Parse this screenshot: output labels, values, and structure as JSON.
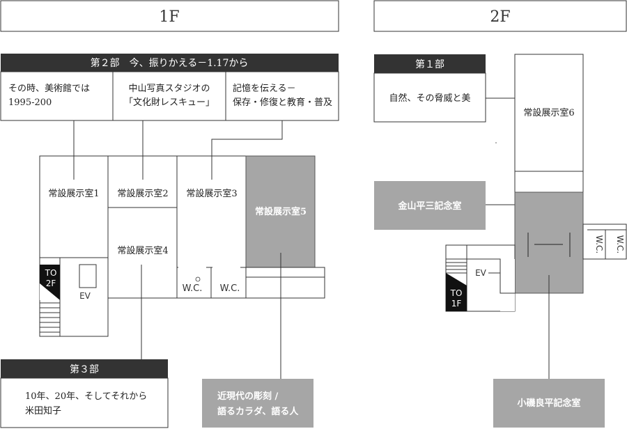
{
  "floor1": {
    "title": "1F",
    "section2": {
      "header": "第２部　今、振りかえる－1.17から",
      "cells": [
        {
          "line1": "その時、美術館では",
          "line2": "1995-200"
        },
        {
          "line1": "中山写真スタジオの",
          "line2": "「文化財レスキュー」"
        },
        {
          "line1": "記憶を伝える－",
          "line2": "保存・修復と教育・普及"
        }
      ]
    },
    "rooms": {
      "room1": "常設展示室1",
      "room2": "常設展示室2",
      "room3": "常設展示室3",
      "room4": "常設展示室4",
      "room5": "常設展示室5"
    },
    "stairs_line1": "TO",
    "stairs_line2": "2F",
    "ev": "EV",
    "wc_left": "W.C.",
    "wc_right": "W.C.",
    "section3": {
      "header": "第３部",
      "line1": "10年、20年、そしてそれから",
      "line2": "米田知子"
    },
    "modern": {
      "line1": "近現代の彫刻 /",
      "line2": "語るカラダ、語る人"
    }
  },
  "floor2": {
    "title": "2F",
    "section1": {
      "header": "第１部",
      "body": "自然、その脅威と美"
    },
    "room6": "常設展示室6",
    "kanayama": "金山平三記念室",
    "koiso": "小磯良平記念室",
    "ev": "EV",
    "stairs_line1": "TO",
    "stairs_line2": "1F",
    "wc_a": "W.C.",
    "wc_b": "W.C."
  },
  "colors": {
    "dark_header": "#333333",
    "gray_room": "#a6a6a6",
    "line": "#333333"
  }
}
